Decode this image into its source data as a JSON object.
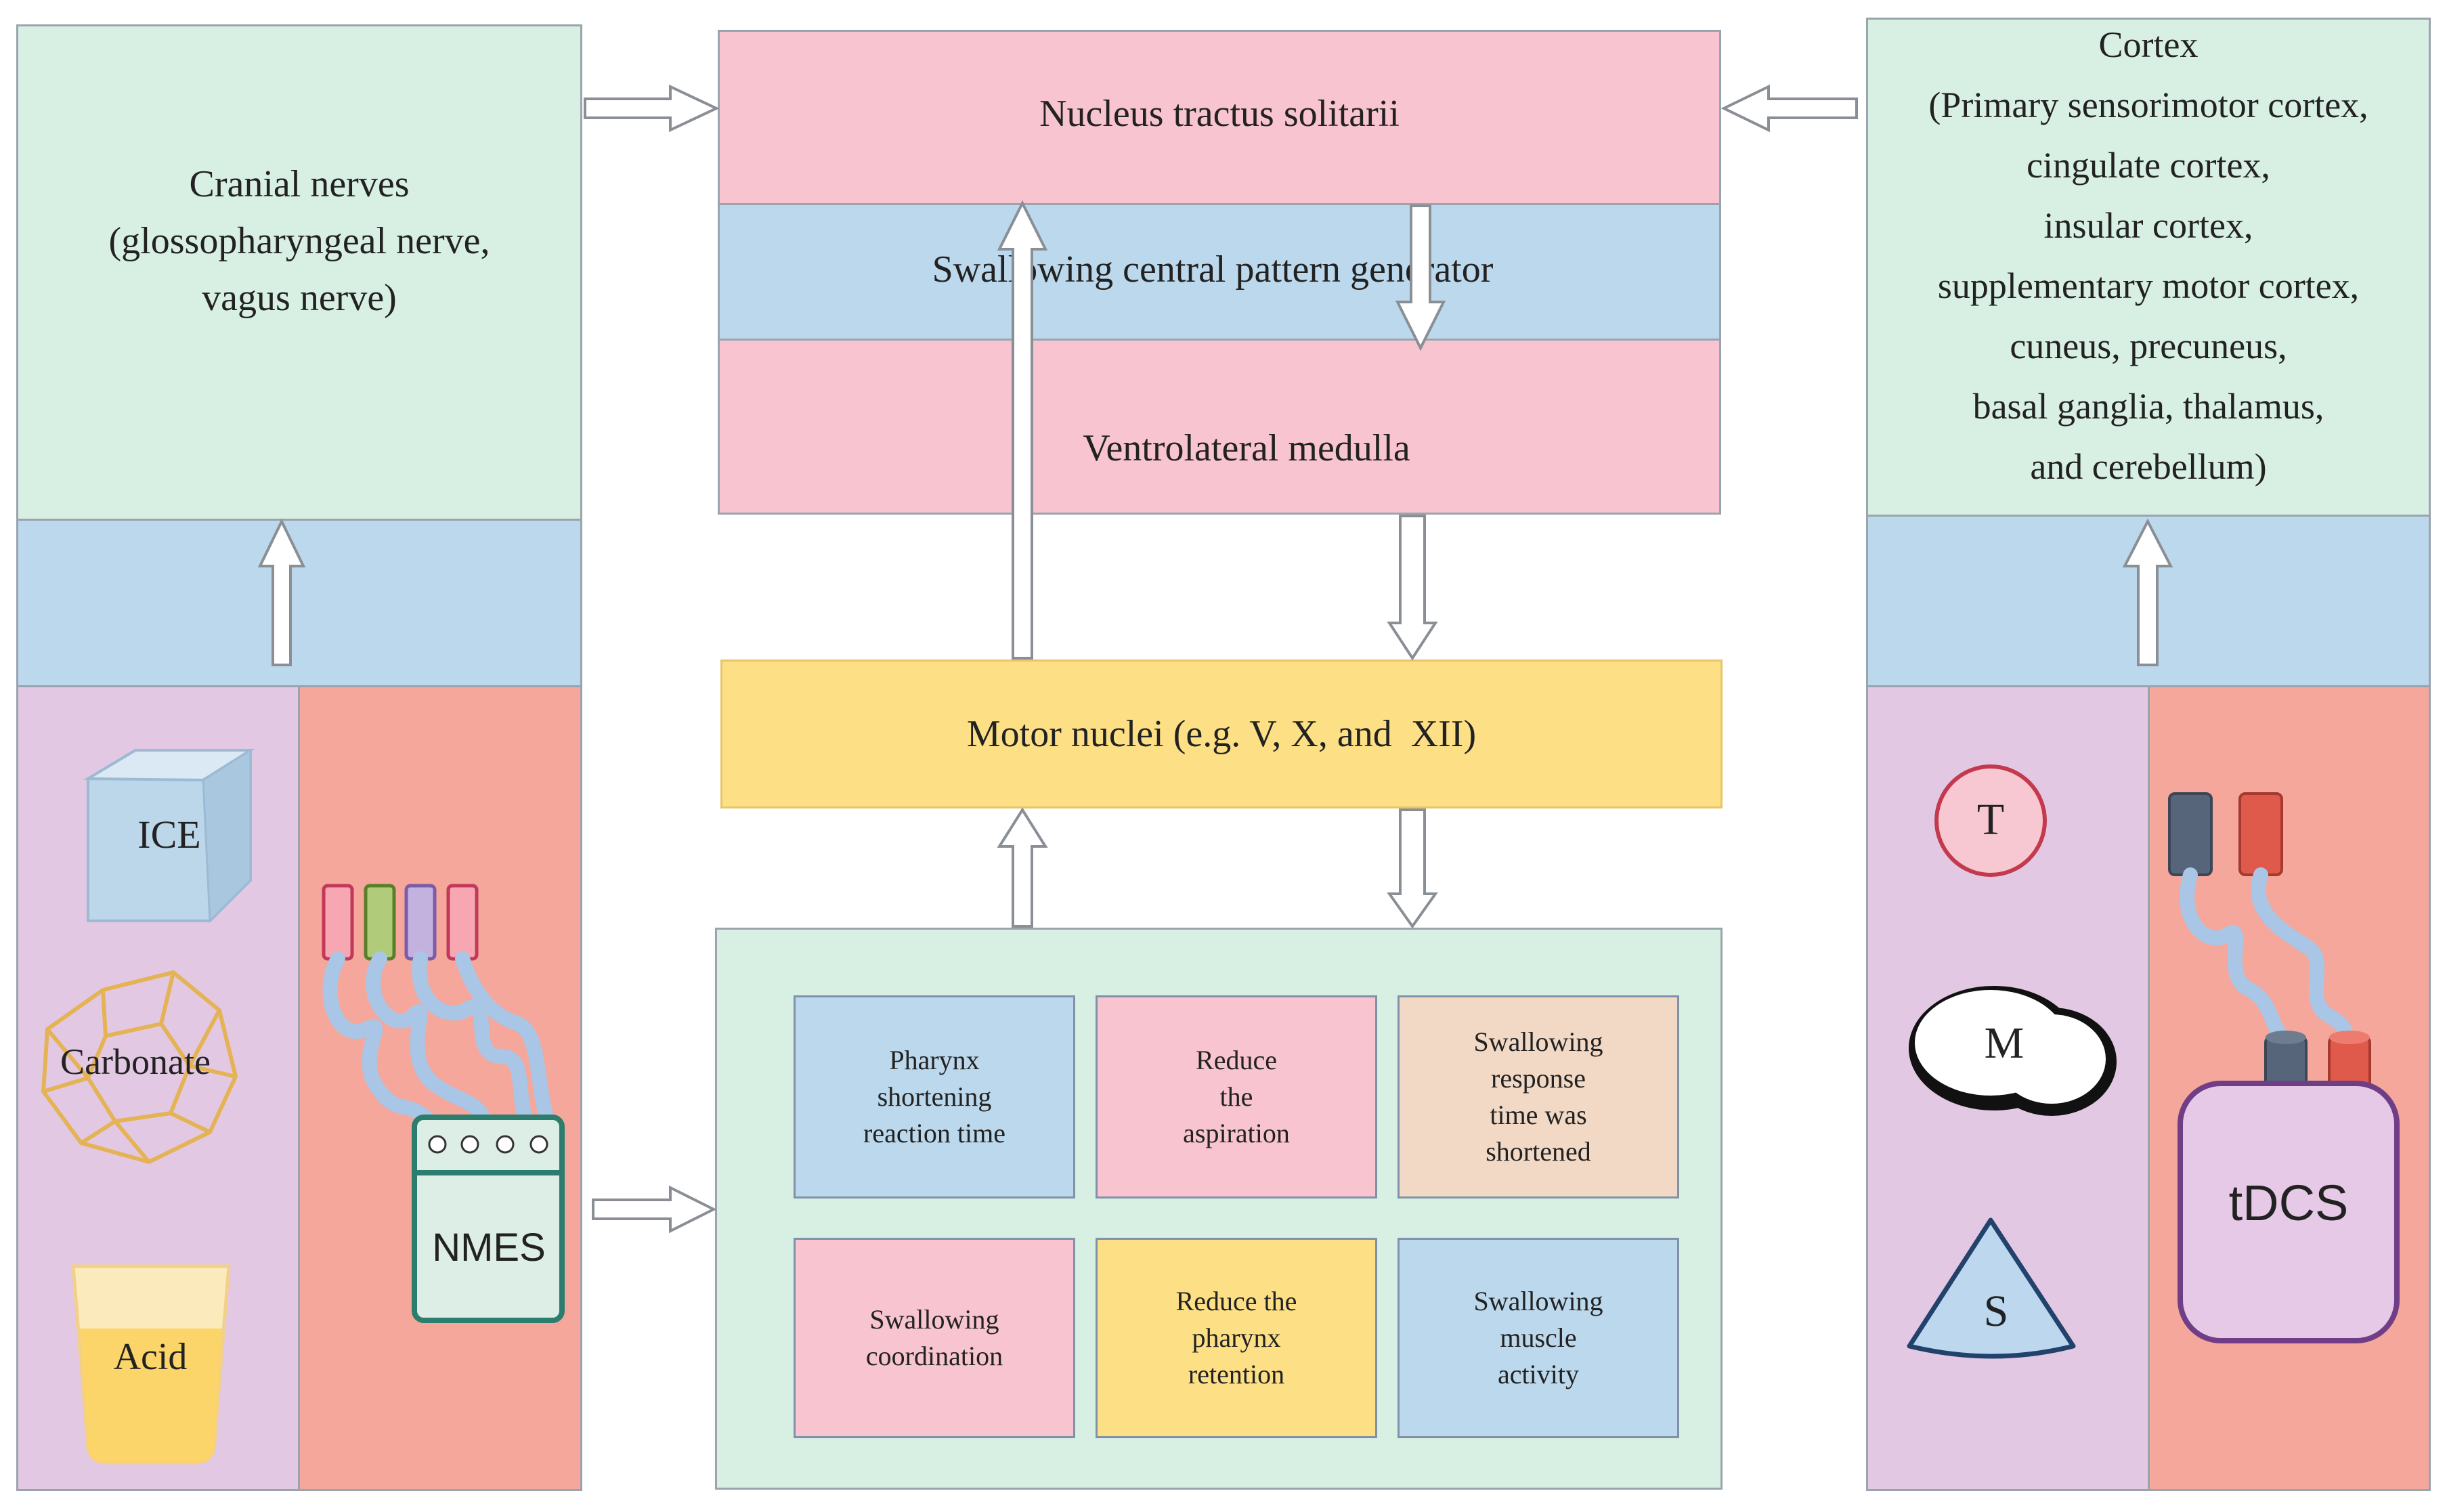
{
  "left_panel": {
    "title": "Cranial nerves\n(glossopharyngeal nerve,\nvagus nerve)",
    "stimuli": [
      {
        "label": "ICE",
        "icon": "ice-cube-icon"
      },
      {
        "label": "Carbonate",
        "icon": "carbonate-polyhedron-icon"
      },
      {
        "label": "Acid",
        "icon": "acid-glass-icon"
      }
    ],
    "device": {
      "label": "NMES",
      "icon": "nmes-device-icon"
    }
  },
  "center": {
    "nts": "Nucleus tractus solitarii",
    "cpg": "Swallowing central pattern generator",
    "vlm": "Ventrolateral medulla",
    "motor": "Motor nuclei (e.g. V, X, and  XII)",
    "outcomes": [
      "Pharynx\nshortening\nreaction time",
      "Reduce\nthe\naspiration",
      "Swallowing\nresponse\ntime was\nshortened",
      "Swallowing\ncoordination",
      "Reduce the\npharynx\nretention",
      "Swallowing\nmuscle\nactivity"
    ]
  },
  "right_panel": {
    "title": "Cortex\n(Primary sensorimotor cortex,\ncingulate cortex,\ninsular cortex,\nsupplementary motor cortex,\ncuneus, precuneus,\nbasal ganglia, thalamus,\nand cerebellum)",
    "shapes": [
      {
        "label": "T",
        "icon": "circle-t-icon"
      },
      {
        "label": "M",
        "icon": "cloud-m-icon"
      },
      {
        "label": "S",
        "icon": "cone-s-icon"
      }
    ],
    "device": {
      "label": "tDCS",
      "icon": "tdcs-device-icon"
    }
  },
  "colors": {
    "green": "#d8efe4",
    "blue": "#bcd8ec",
    "pink": "#f7c4cf",
    "purple": "#e3c8e3",
    "salmon": "#f4a79a",
    "yellow": "#fde086",
    "tan": "#f2d9c5"
  }
}
